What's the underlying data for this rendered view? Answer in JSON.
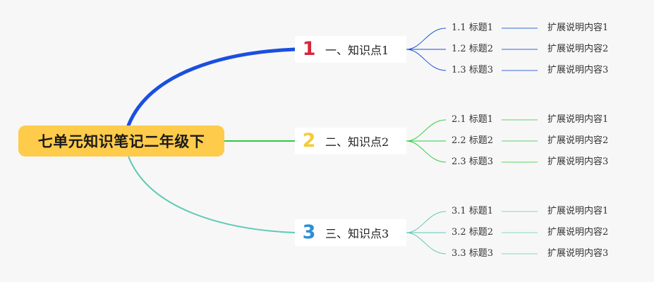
{
  "root": {
    "label": "七单元知识笔记二年级下"
  },
  "branches": [
    {
      "num": "1",
      "num_color": "#d62839",
      "label": "一、知识点1",
      "line_color": "#1a4fe0",
      "sub_color": "#5f86dc",
      "subs": [
        {
          "label": "1.1 标题1",
          "ext": "扩展说明内容1"
        },
        {
          "label": "1.2 标题2",
          "ext": "扩展说明内容2"
        },
        {
          "label": "1.3 标题3",
          "ext": "扩展说明内容3"
        }
      ]
    },
    {
      "num": "2",
      "num_color": "#f2cc3c",
      "label": "二、知识点2",
      "line_color": "#2ecc40",
      "sub_color": "#79dc82",
      "subs": [
        {
          "label": "2.1 标题1",
          "ext": "扩展说明内容1"
        },
        {
          "label": "2.2 标题2",
          "ext": "扩展说明内容2"
        },
        {
          "label": "2.3 标题3",
          "ext": "扩展说明内容3"
        }
      ]
    },
    {
      "num": "3",
      "num_color": "#2c8ed6",
      "label": "三、知识点3",
      "line_color": "#5dc9b5",
      "sub_color": "#9ee0cf",
      "subs": [
        {
          "label": "3.1 标题1",
          "ext": "扩展说明内容1"
        },
        {
          "label": "3.2 标题2",
          "ext": "扩展说明内容2"
        },
        {
          "label": "3.3 标题3",
          "ext": "扩展说明内容3"
        }
      ]
    }
  ]
}
